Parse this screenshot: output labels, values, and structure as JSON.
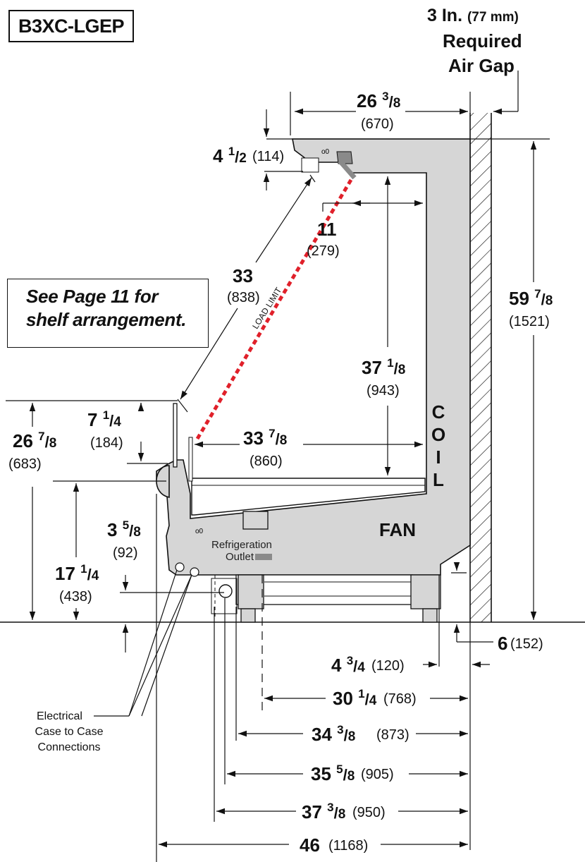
{
  "model": "B3XC-LGEP",
  "note": {
    "line1": "See Page 11 for",
    "line2": "shelf arrangement."
  },
  "air_gap": {
    "line1_main": "3 In.",
    "line1_mm": "(77 mm)",
    "line2": "Required",
    "line3": "Air Gap"
  },
  "dims": {
    "top_depth": {
      "whole": "26",
      "num": "3",
      "den": "8",
      "mm": "(670)"
    },
    "canopy": {
      "whole": "4",
      "num": "1",
      "den": "2",
      "mm": "(114)"
    },
    "light": {
      "whole": "11",
      "mm": "(279)"
    },
    "slant": {
      "whole": "33",
      "mm": "(838)"
    },
    "overall_height": {
      "whole": "59",
      "num": "7",
      "den": "8",
      "mm": "(1521)"
    },
    "interior_height": {
      "whole": "37",
      "num": "1",
      "den": "8",
      "mm": "(943)"
    },
    "front_height": {
      "whole": "26",
      "num": "7",
      "den": "8",
      "mm": "(683)"
    },
    "glass": {
      "whole": "7",
      "num": "1",
      "den": "4",
      "mm": "(184)"
    },
    "shelf_depth": {
      "whole": "33",
      "num": "7",
      "den": "8",
      "mm": "(860)"
    },
    "bumper": {
      "whole": "3",
      "num": "5",
      "den": "8",
      "mm": "(92)"
    },
    "base_height": {
      "whole": "17",
      "num": "1",
      "den": "4",
      "mm": "(438)"
    },
    "leg": {
      "whole": "6",
      "mm": "(152)"
    },
    "rear": {
      "whole": "4",
      "num": "3",
      "den": "4",
      "mm": "(120)"
    },
    "refrig": {
      "whole": "30",
      "num": "1",
      "den": "4",
      "mm": "(768)"
    },
    "d34": {
      "whole": "34",
      "num": "3",
      "den": "8",
      "mm": "(873)"
    },
    "d35": {
      "whole": "35",
      "num": "5",
      "den": "8",
      "mm": "(905)"
    },
    "d37": {
      "whole": "37",
      "num": "3",
      "den": "8",
      "mm": "(950)"
    },
    "overall_depth": {
      "whole": "46",
      "mm": "(1168)"
    }
  },
  "labels": {
    "coil": [
      "C",
      "O",
      "I",
      "L"
    ],
    "fan": "FAN",
    "load_limit": "LOAD LIMIT",
    "refrigeration_outlet_1": "Refrigeration",
    "refrigeration_outlet_2": "Outlet",
    "electrical": [
      "Electrical",
      "Case to Case",
      "Connections"
    ]
  },
  "colors": {
    "case_fill": "#d6d6d6",
    "load_limit": "#e0202a",
    "outline": "#111111",
    "outlet": "#8a8a8a"
  }
}
